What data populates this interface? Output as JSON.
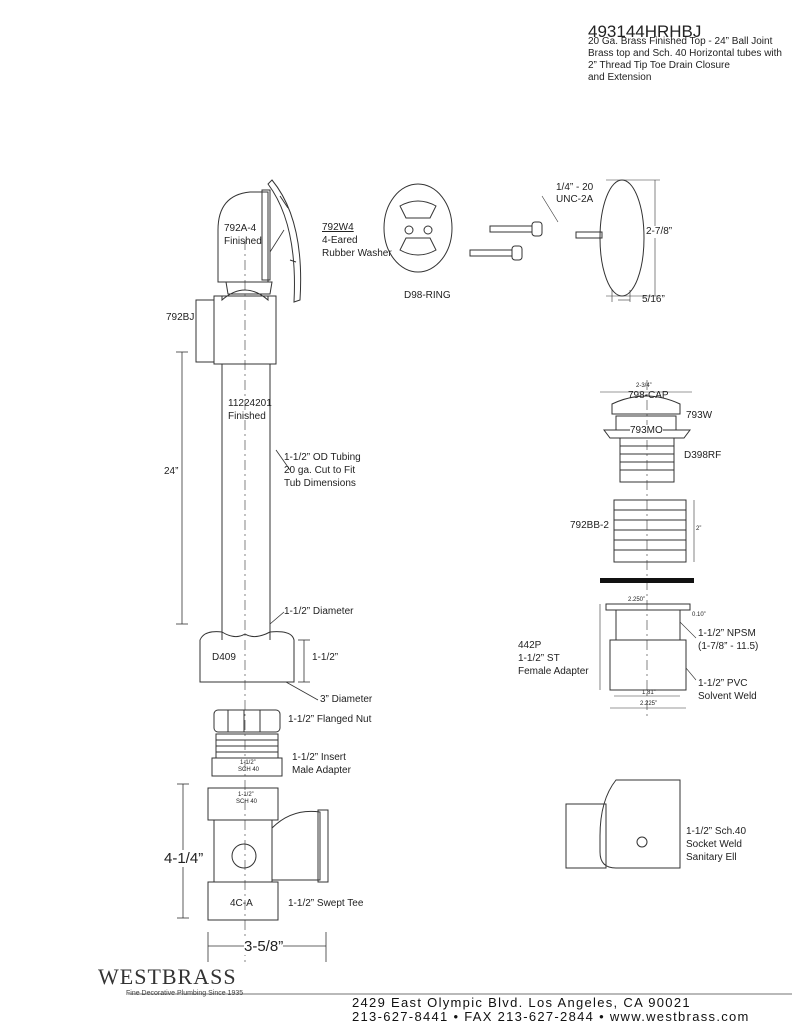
{
  "header": {
    "model": "493144HRHBJ",
    "description": [
      "20 Ga. Brass Finished Top -  24” Ball Joint",
      "Brass top and Sch. 40 Horizontal tubes with",
      "2” Thread Tip Toe Drain Closure",
      "and Extension"
    ]
  },
  "parts": {
    "elbow": "792A-4",
    "elbow_finish": "Finished",
    "washer_code": "792W4",
    "washer_desc1": "4-Eared",
    "washer_desc2": "Rubber Washer",
    "ring": "D98-RING",
    "screw_spec1": "1/4” - 20",
    "screw_spec2": "UNC-2A",
    "cover_height": "2-7/8”",
    "cover_depth": "5/16”",
    "ball_joint": "792BJ",
    "tube_code": "11224201",
    "tube_finish": "Finished",
    "tube_length": "24”",
    "tube_desc": [
      "1-1/2” OD Tubing",
      "20 ga. Cut to Fit",
      "Tub Dimensions"
    ],
    "diameter_top": "1-1/2” Diameter",
    "d409": "D409",
    "d409_height": "1-1/2”",
    "diameter_bottom": "3” Diameter",
    "flanged_nut": "1-1/2” Flanged Nut",
    "insert1": "1-1/2”  Insert",
    "insert2": "Male Adapter",
    "insert_mark1": "1-1/2”",
    "insert_mark2": "SCH 40",
    "tee_mark1": "1-1/2”",
    "tee_mark2": "SCH 40",
    "tee_height": "4-1/4”",
    "tee_code": "4C-A",
    "swept_tee": "1-1/2” Swept Tee",
    "tee_width": "3-5/8”",
    "cap_dim": "2-3/4”",
    "cap_code": "798-CAP",
    "w793": "793W",
    "mo793": "793MO",
    "d398": "D398RF",
    "bb2": "792BB-2",
    "bb2_dim": "2”",
    "dim_2250": "2.250”",
    "dim_010": "0.10”",
    "npsm1": "1-1/2” NPSM",
    "npsm2": "(1-7/8” - 11.5)",
    "fa1": "442P",
    "fa2": "1-1/2” ST",
    "fa3": "Female Adapter",
    "pvc1": "1-1/2” PVC",
    "pvc2": "Solvent Weld",
    "dim_181": "1.81”",
    "dim_2225": "2.225”",
    "ell1": "1-1/2” Sch.40",
    "ell2": "Socket Weld",
    "ell3": "Sanitary Ell"
  },
  "brand": {
    "name": "WESTBRASS",
    "tagline": "Fine Decorative Plumbing Since 1935",
    "address": "2429 East Olympic Blvd. Los Angeles, CA  90021",
    "contact": "213-627-8441 • FAX 213-627-2844 • www.westbrass.com"
  }
}
